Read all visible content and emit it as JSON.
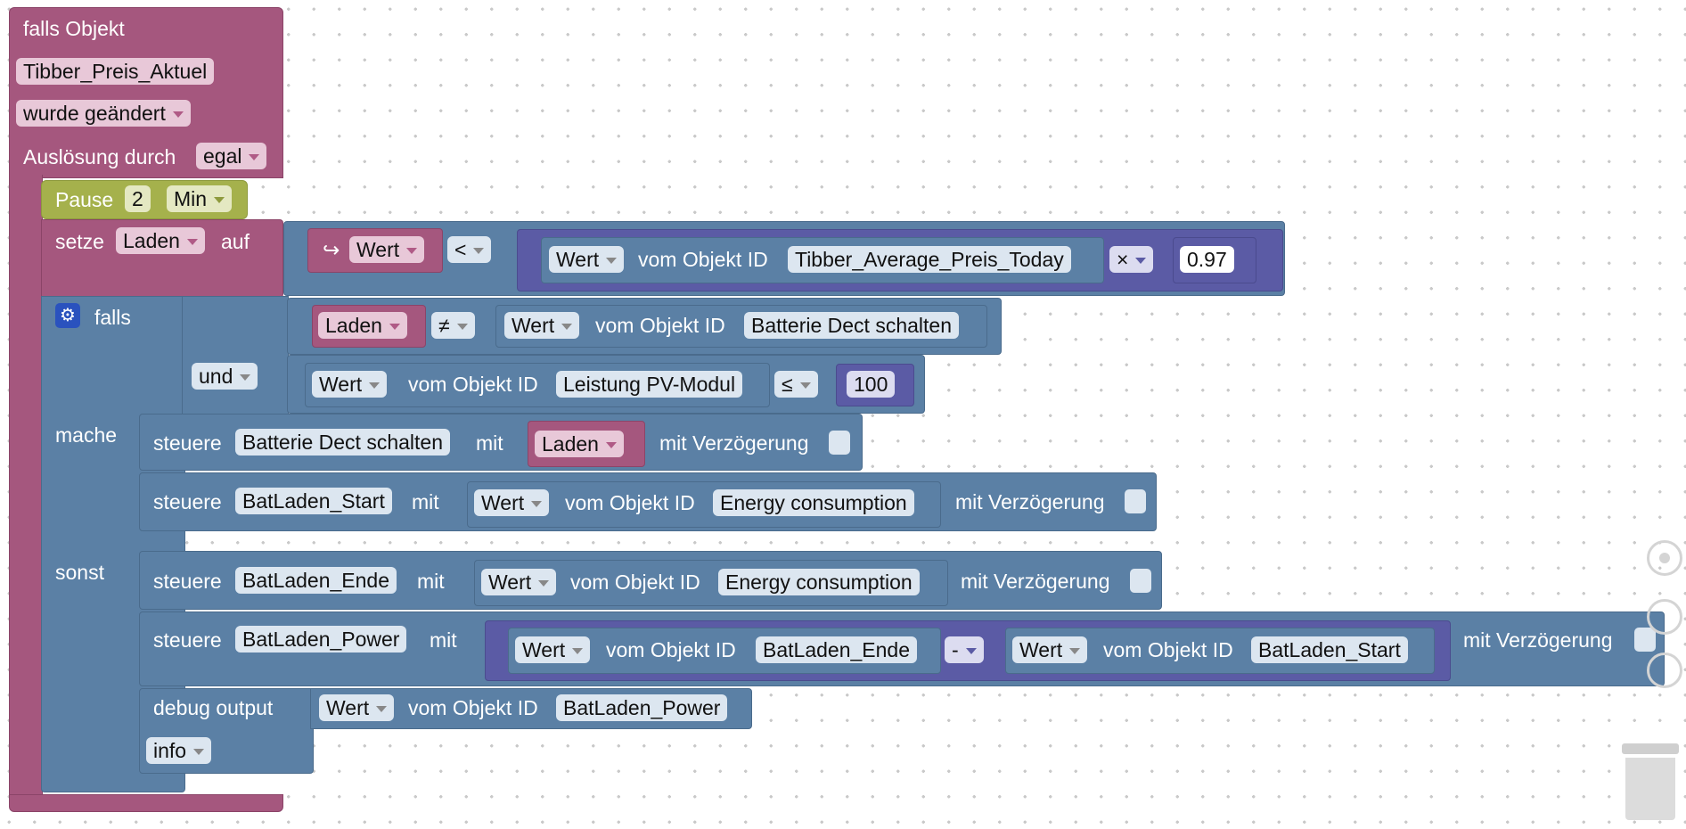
{
  "event_block": {
    "label": "falls Objekt",
    "object": "Tibber_Preis_Aktuel",
    "trigger": "wurde geändert",
    "trigger_by_label": "Auslösung durch",
    "trigger_by_value": "egal"
  },
  "pause": {
    "label": "Pause",
    "value": "2",
    "unit": "Min"
  },
  "set_var": {
    "label": "setze",
    "var": "Laden",
    "to_label": "auf",
    "arrow": "↪",
    "left": "Wert",
    "op": "<",
    "val_label": "Wert",
    "of_obj": "vom Objekt ID",
    "obj": "Tibber_Average_Preis_Today",
    "mul": "×",
    "factor": "0.97"
  },
  "if_block": {
    "falls_label": "falls",
    "gear": "⚙",
    "and_label": "und",
    "cond1_var": "Laden",
    "cond1_op": "≠",
    "cond1_val": "Wert",
    "cond1_of": "vom Objekt ID",
    "cond1_obj": "Batterie Dect schalten",
    "cond2_val": "Wert",
    "cond2_of": "vom Objekt ID",
    "cond2_obj": "Leistung PV-Modul",
    "cond2_op": "≤",
    "cond2_num": "100",
    "mache_label": "mache",
    "sonst_label": "sonst"
  },
  "ctrl1": {
    "label": "steuere",
    "obj": "Batterie Dect schalten",
    "mit": "mit",
    "var": "Laden",
    "delay": "mit Verzögerung"
  },
  "ctrl2": {
    "label": "steuere",
    "obj": "BatLaden_Start",
    "mit": "mit",
    "val": "Wert",
    "of": "vom Objekt ID",
    "src": "Energy consumption",
    "delay": "mit Verzögerung"
  },
  "ctrl3": {
    "label": "steuere",
    "obj": "BatLaden_Ende",
    "mit": "mit",
    "val": "Wert",
    "of": "vom Objekt ID",
    "src": "Energy consumption",
    "delay": "mit Verzögerung"
  },
  "ctrl4": {
    "label": "steuere",
    "obj": "BatLaden_Power",
    "mit": "mit",
    "val1": "Wert",
    "of1": "vom Objekt ID",
    "src1": "BatLaden_Ende",
    "op": "-",
    "val2": "Wert",
    "of2": "vom Objekt ID",
    "src2": "BatLaden_Start",
    "delay": "mit Verzögerung"
  },
  "debug": {
    "label": "debug output",
    "val": "Wert",
    "of": "vom Objekt ID",
    "obj": "BatLaden_Power",
    "level": "info"
  }
}
